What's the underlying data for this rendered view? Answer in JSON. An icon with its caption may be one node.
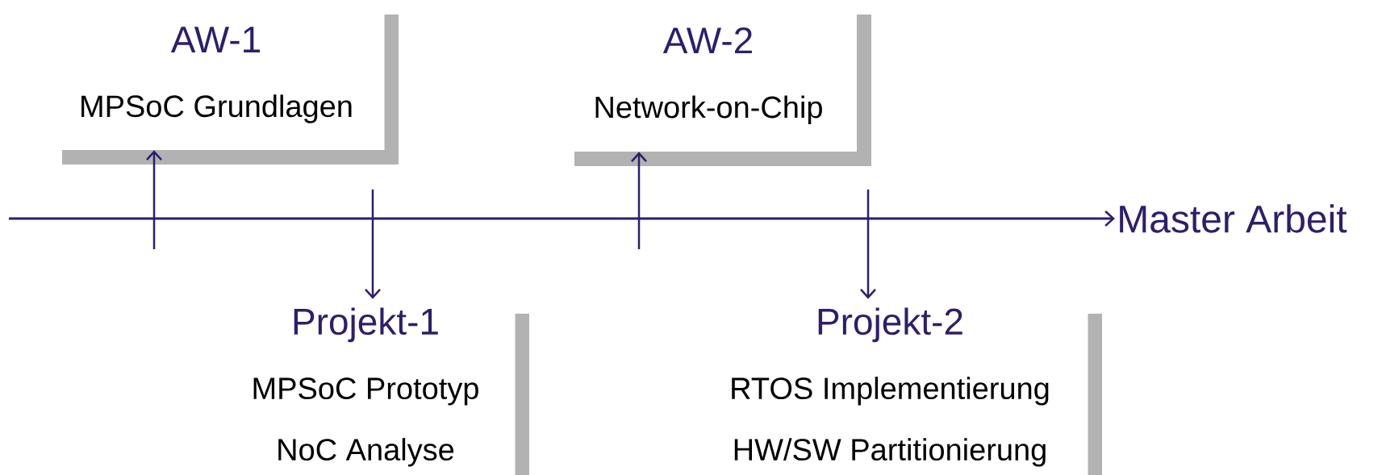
{
  "diagram": {
    "nodes": [
      {
        "text": [
          "AW-1",
          "MPSoC Grundlagen"
        ]
      },
      {
        "text": [
          "AW-2",
          "Network-on-Chip"
        ]
      },
      {
        "text": [
          "Projekt-1",
          "MPSoC Prototyp",
          "NoC Analyse"
        ]
      },
      {
        "text": [
          "Projekt-2",
          "RTOS Implementierung",
          "HW/SW Partitionierung"
        ]
      },
      {
        "text": [
          "Master Arbeit"
        ]
      }
    ],
    "edges": [
      {
        "from": null,
        "to": 4,
        "arrow": "to"
      },
      {
        "from": null,
        "to": 0,
        "arrow": "to"
      },
      {
        "from": null,
        "to": 2,
        "arrow": "to"
      },
      {
        "from": null,
        "to": 1,
        "arrow": "to"
      },
      {
        "from": null,
        "to": 3,
        "arrow": "to"
      }
    ]
  }
}
